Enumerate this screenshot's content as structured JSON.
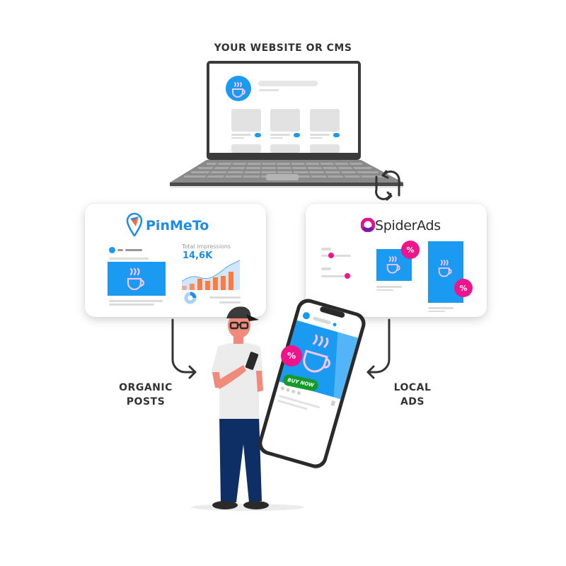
{
  "labels": {
    "website": "YOUR WEBSITE OR CMS",
    "organic_line1": "ORGANIC",
    "organic_line2": "POSTS",
    "local_line1": "LOCAL",
    "local_line2": "ADS"
  },
  "pinmeto": {
    "brand": "PinMeTo",
    "impressions_label": "Total impressions",
    "impressions_value": "14,6K",
    "bar_values": [
      18,
      26,
      48,
      32,
      52,
      58,
      75
    ]
  },
  "spiderads": {
    "brand": "SpiderAds",
    "badge": "%"
  },
  "phone": {
    "badge": "%",
    "cta": "BUY NOW"
  },
  "icons": {
    "coffee": "coffee-cup-icon",
    "sync": "sync-arrows-icon",
    "arrow": "curved-arrow-icon"
  },
  "colors": {
    "brand_blue": "#1e8de8",
    "tile_blue": "#1a9af0",
    "magenta": "#f0148c",
    "orange": "#ff7a3d",
    "green": "#139a2b",
    "cup_pink": "#f5c6f0",
    "text_dark": "#333333",
    "laptop_gray": "#6e6e6e",
    "pants_navy": "#0d2f66"
  }
}
